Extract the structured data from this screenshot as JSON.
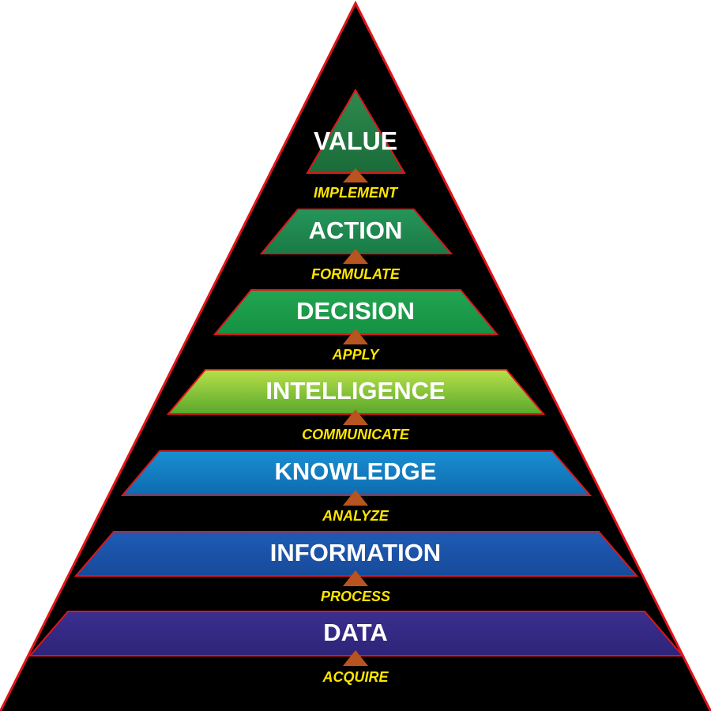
{
  "colors": {
    "pyramid_fill": "#000000",
    "pyramid_outline": "#e0151b",
    "layer_outline": "#e0151b",
    "arrow": "#b8541f",
    "step_text": "#ffe600",
    "layer_text": "#ffffff"
  },
  "layers": [
    {
      "label": "VALUE",
      "color_top": "#2f8a4e",
      "color_bottom": "#1a6b38"
    },
    {
      "label": "ACTION",
      "color_top": "#25965a",
      "color_bottom": "#1a7a45"
    },
    {
      "label": "DECISION",
      "color_top": "#22a552",
      "color_bottom": "#159143"
    },
    {
      "label": "INTELLIGENCE",
      "color_top": "#b8e04a",
      "color_bottom": "#5aa82c"
    },
    {
      "label": "KNOWLEDGE",
      "color_top": "#1a8fd0",
      "color_bottom": "#0d6bb0"
    },
    {
      "label": "INFORMATION",
      "color_top": "#1f5bb5",
      "color_bottom": "#174a9a"
    },
    {
      "label": "DATA",
      "color_top": "#3a2f8f",
      "color_bottom": "#2e2478"
    }
  ],
  "steps": [
    {
      "label": "IMPLEMENT"
    },
    {
      "label": "FORMULATE"
    },
    {
      "label": "APPLY"
    },
    {
      "label": "COMMUNICATE"
    },
    {
      "label": "ANALYZE"
    },
    {
      "label": "PROCESS"
    },
    {
      "label": "ACQUIRE"
    }
  ]
}
